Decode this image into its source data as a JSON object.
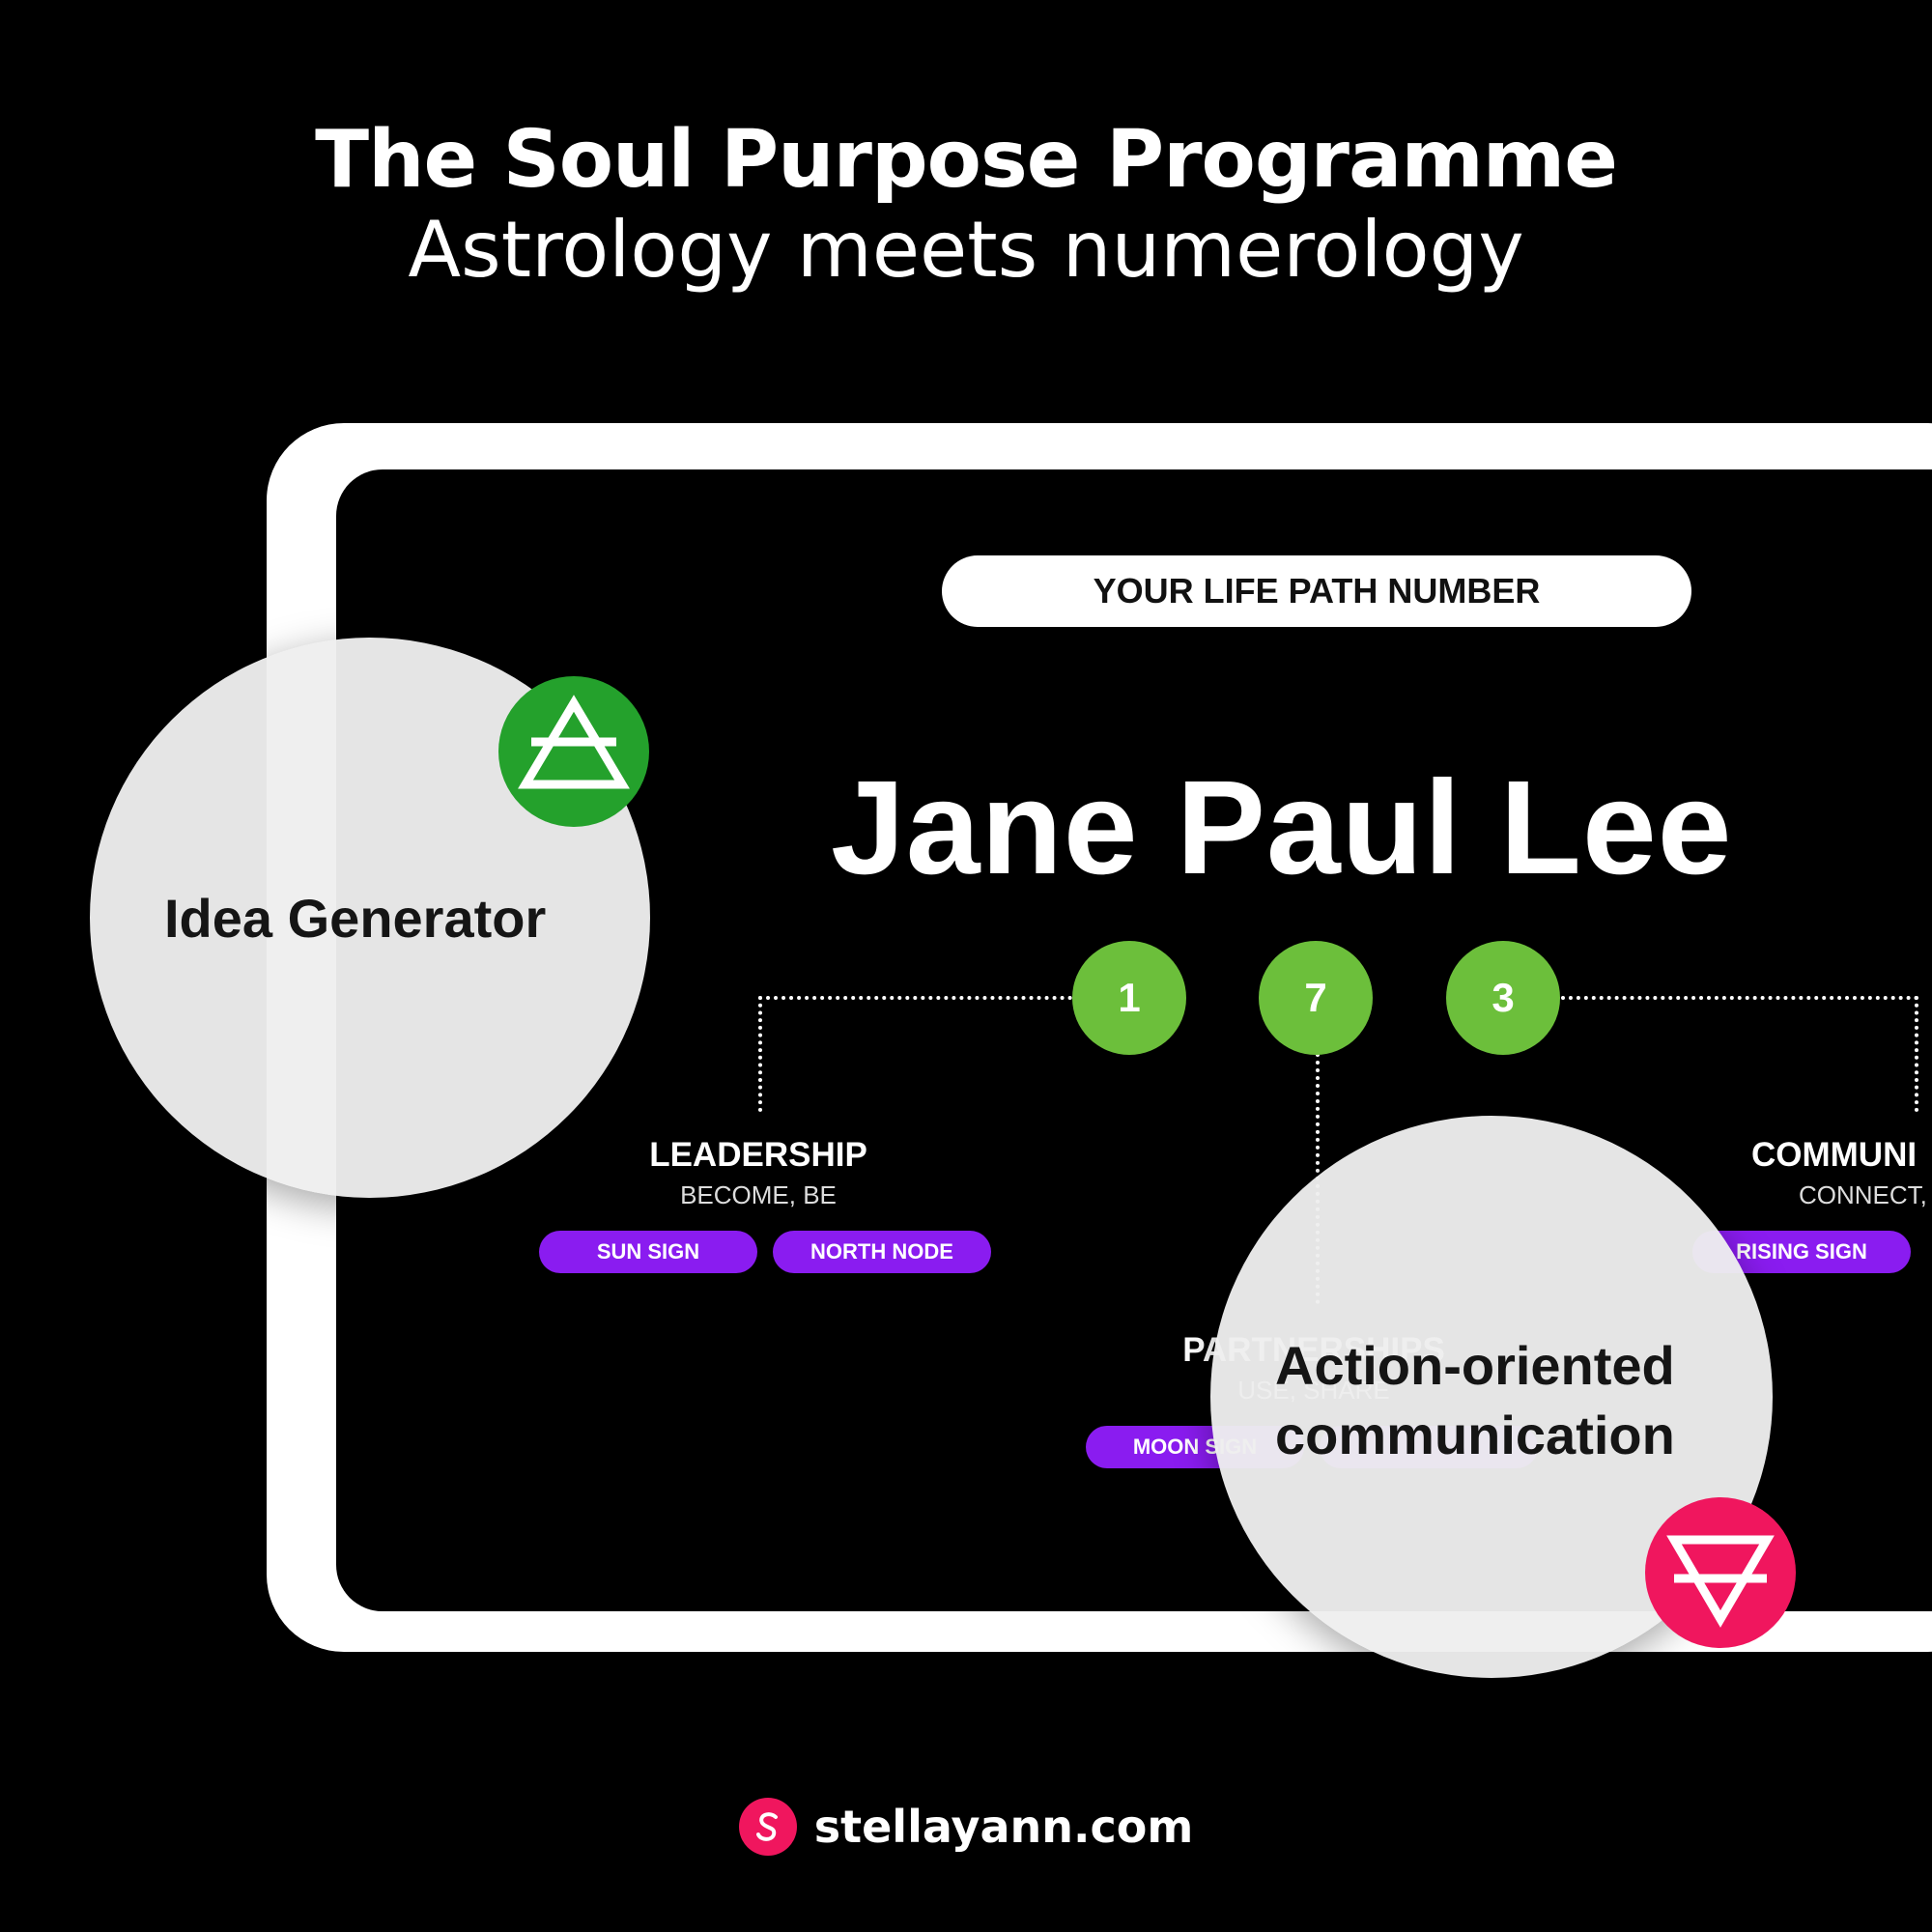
{
  "header": {
    "title": "The Soul Purpose Programme",
    "subtitle": "Astrology meets numerology"
  },
  "screen": {
    "pill_label": "YOUR LIFE PATH NUMBER",
    "name": "Jane Paul Lee",
    "numbers": [
      "1",
      "7",
      "3"
    ],
    "categories": [
      {
        "title": "LEADERSHIP",
        "subtitle": "BECOME, BE",
        "tags": [
          "SUN SIGN",
          "NORTH NODE"
        ]
      },
      {
        "title": "PARTNERSHIPS",
        "subtitle": "USE, SHARE",
        "tags": [
          "MOON SIGN",
          ""
        ]
      },
      {
        "title": "COMMUNI",
        "subtitle": "CONNECT, C",
        "tags": [
          "RISING SIGN",
          ""
        ]
      }
    ]
  },
  "bubbles": {
    "left_text": "Idea Generator",
    "right_line1": "Action-oriented",
    "right_line2": "communication",
    "left_icon": "air-symbol-icon",
    "right_icon": "earth-symbol-icon"
  },
  "footer": {
    "url": "stellayann.com",
    "logo_icon": "stellayann-logo-icon"
  },
  "colors": {
    "background": "#000000",
    "number_green": "#6cbf3b",
    "tag_purple": "#8a1cf0",
    "air_green": "#24a12c",
    "brand_pink": "#f0165e"
  }
}
